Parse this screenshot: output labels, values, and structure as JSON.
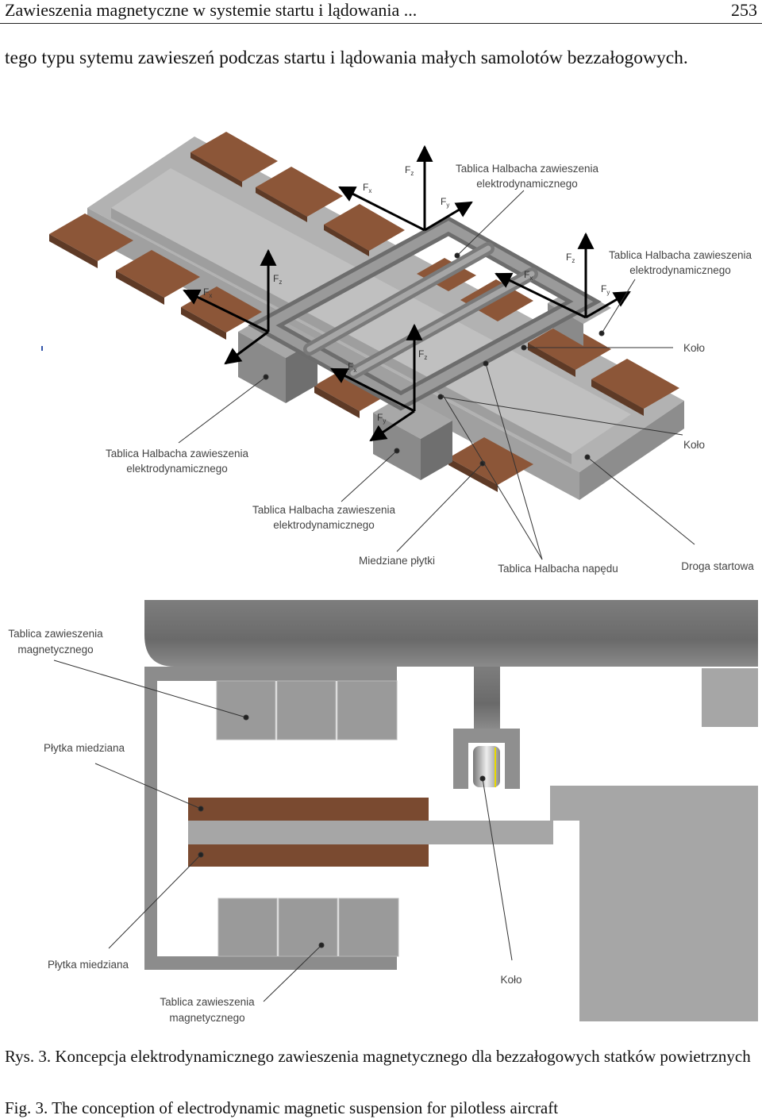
{
  "header": {
    "running_title": "Zawieszenia magnetyczne w systemie startu i lądowania ...",
    "page_number": "253"
  },
  "body_text": "tego typu sytemu zawieszeń podczas startu i lądowania małych samolotów bezzałogowych.",
  "figure_top": {
    "labels": {
      "halbach_suspension_top_line1": "Tablica Halbacha zawieszenia",
      "halbach_suspension_top_line2": "elektrodynamicznego",
      "halbach_suspension_right_line1": "Tablica Halbacha zawieszenia",
      "halbach_suspension_right_line2": "elektrodynamicznego",
      "halbach_suspension_left_line1": "Tablica Halbacha zawieszenia",
      "halbach_suspension_left_line2": "elektrodynamicznego",
      "halbach_suspension_mid_line1": "Tablica Halbacha zawieszenia",
      "halbach_suspension_mid_line2": "elektrodynamicznego",
      "wheel_1": "Koło",
      "wheel_2": "Koło",
      "copper_plates": "Miedziane płytki",
      "halbach_drive": "Tablica Halbacha napędu",
      "runway": "Droga startowa"
    },
    "force_labels": {
      "fx": "F",
      "fy": "F",
      "fz": "F",
      "sub_x": "x",
      "sub_y": "y",
      "sub_z": "z"
    }
  },
  "figure_bottom": {
    "labels": {
      "suspension_top_line1": "Tablica zawieszenia",
      "suspension_top_line2": "magnetycznego",
      "copper_plate_upper": "Płytka miedziana",
      "copper_plate_lower": "Płytka miedziana",
      "suspension_bottom_line1": "Tablica zawieszenia",
      "suspension_bottom_line2": "magnetycznego",
      "wheel": "Koło"
    }
  },
  "caption_pl": "Rys. 3. Koncepcja elektrodynamicznego zawieszenia magnetycznego dla bezzałogowych statków powietrznych",
  "caption_en": "Fig. 3. The conception of electrodynamic magnetic suspension for pilotless aircraft",
  "colors": {
    "copper": "#7a4a30",
    "copper_top": "#8c5638",
    "steel_light": "#b5b5b5",
    "steel_mid": "#9a9a9a",
    "steel_dark": "#6e6e6e"
  }
}
